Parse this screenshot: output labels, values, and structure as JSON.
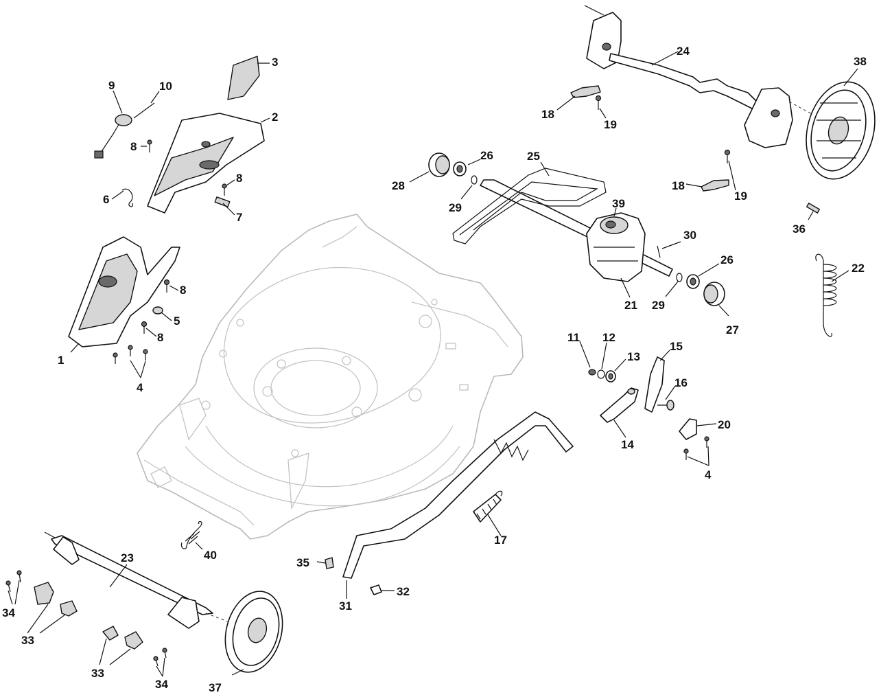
{
  "callouts": {
    "c1": "1",
    "c2": "2",
    "c3": "3",
    "c4a": "4",
    "c4b": "4",
    "c5": "5",
    "c6": "6",
    "c7": "7",
    "c8a": "8",
    "c8b": "8",
    "c8c": "8",
    "c8d": "8",
    "c9": "9",
    "c10": "10",
    "c11": "11",
    "c12": "12",
    "c13": "13",
    "c14": "14",
    "c15": "15",
    "c16": "16",
    "c17": "17",
    "c18a": "18",
    "c18b": "18",
    "c19a": "19",
    "c19b": "19",
    "c20": "20",
    "c21": "21",
    "c22": "22",
    "c23": "23",
    "c24": "24",
    "c25": "25",
    "c26a": "26",
    "c26b": "26",
    "c27": "27",
    "c28": "28",
    "c29a": "29",
    "c29b": "29",
    "c30": "30",
    "c31": "31",
    "c32": "32",
    "c33a": "33",
    "c33b": "33",
    "c34a": "34",
    "c34b": "34",
    "c35": "35",
    "c36": "36",
    "c37": "37",
    "c38": "38",
    "c39": "39",
    "c40": "40"
  }
}
